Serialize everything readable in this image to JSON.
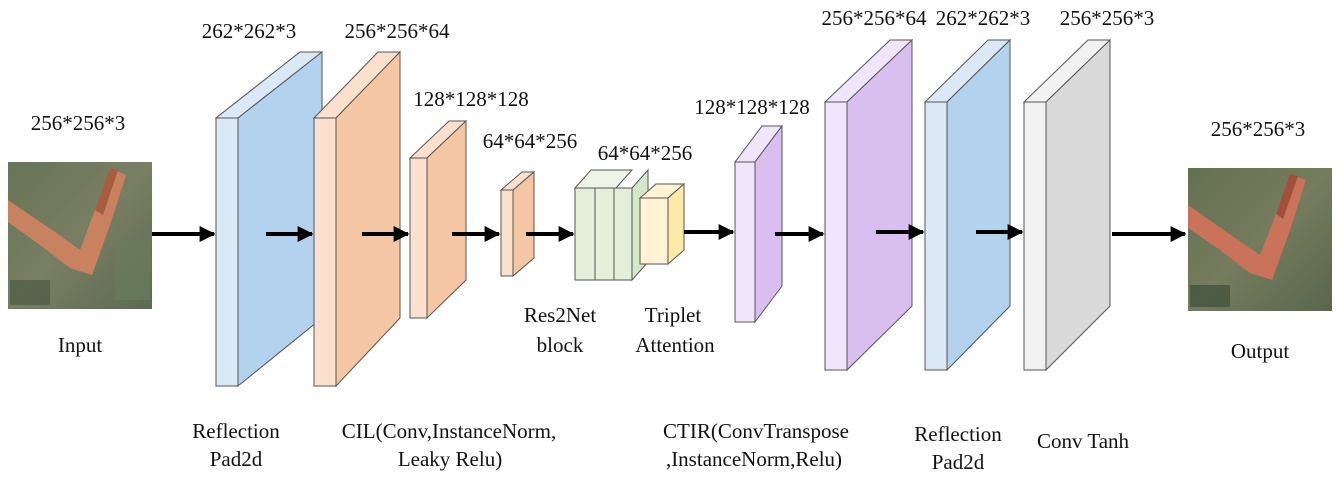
{
  "input": {
    "dims": "256*256*3",
    "label": "Input"
  },
  "output": {
    "dims": "256*256*3",
    "label": "Output"
  },
  "blocks": [
    {
      "id": "reflect1",
      "dims": "262*262*3",
      "kind": "Reflection Pad2d"
    },
    {
      "id": "cil1",
      "dims": "256*256*64",
      "kind": "CIL"
    },
    {
      "id": "cil2",
      "dims": "128*128*128",
      "kind": "CIL"
    },
    {
      "id": "cil3",
      "dims": "64*64*256",
      "kind": "CIL"
    },
    {
      "id": "res2net",
      "dims": "64*64*256",
      "kind": "Res2Net block"
    },
    {
      "id": "ctir1",
      "dims": "128*128*128",
      "kind": "CTIR"
    },
    {
      "id": "ctir2",
      "dims": "256*256*64",
      "kind": "CTIR"
    },
    {
      "id": "reflect2",
      "dims": "262*262*3",
      "kind": "Reflection Pad2d"
    },
    {
      "id": "convtanh",
      "dims": "256*256*3",
      "kind": "Conv Tanh"
    }
  ],
  "labels": {
    "reflect1_line1": "Reflection",
    "reflect1_line2": "Pad2d",
    "cil_line1": "CIL(Conv,InstanceNorm,",
    "cil_line2": "Leaky Relu)",
    "res2net_line1": "Res2Net",
    "res2net_line2": "block",
    "triplet_line1": "Triplet",
    "triplet_line2": "Attention",
    "ctir_line1": "CTIR(ConvTranspose",
    "ctir_line2": ",InstanceNorm,Relu)",
    "reflect2_line1": "Reflection",
    "reflect2_line2": "Pad2d",
    "convtanh": "Conv Tanh"
  },
  "colors": {
    "blue": "#b3d2ee",
    "orange": "#f5c6a3",
    "green": "#e3efd9",
    "yellow": "#fde9a8",
    "purple": "#d9bff0",
    "gray": "#d9d9d9",
    "arrow": "#000000"
  }
}
